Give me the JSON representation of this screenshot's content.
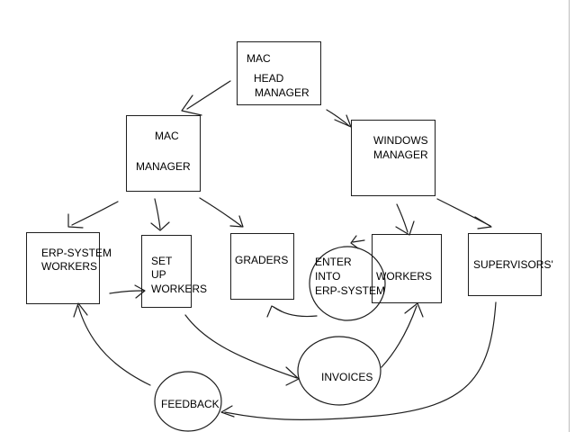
{
  "nodes": {
    "mac_head_manager": {
      "line1": "MAC",
      "line2": "HEAD",
      "line3": "MANAGER"
    },
    "mac_manager": {
      "line1": "MAC",
      "line2": "MANAGER"
    },
    "windows_manager": {
      "line1": "WINDOWS",
      "line2": "MANAGER"
    },
    "erp_system_workers": {
      "line1": "ERP-SYSTEM",
      "line2": "WORKERS"
    },
    "set_up_workers": {
      "line1": "SET",
      "line2": "UP",
      "line3": "WORKERS"
    },
    "graders": {
      "line1": "GRADERS"
    },
    "enter_into_erp_system": {
      "line1": "ENTER",
      "line2": "INTO",
      "line3": "ERP-SYSTEM"
    },
    "workers": {
      "line1": "WORKERS"
    },
    "supervisors": {
      "line1": "SUPERVISORS'"
    },
    "invoices": {
      "line1": "INVOICES"
    },
    "feedback": {
      "line1": "FEEDBACK"
    }
  },
  "colors": {
    "stroke": "#1e1e1e",
    "background": "#ffffff",
    "text": "#000000"
  }
}
